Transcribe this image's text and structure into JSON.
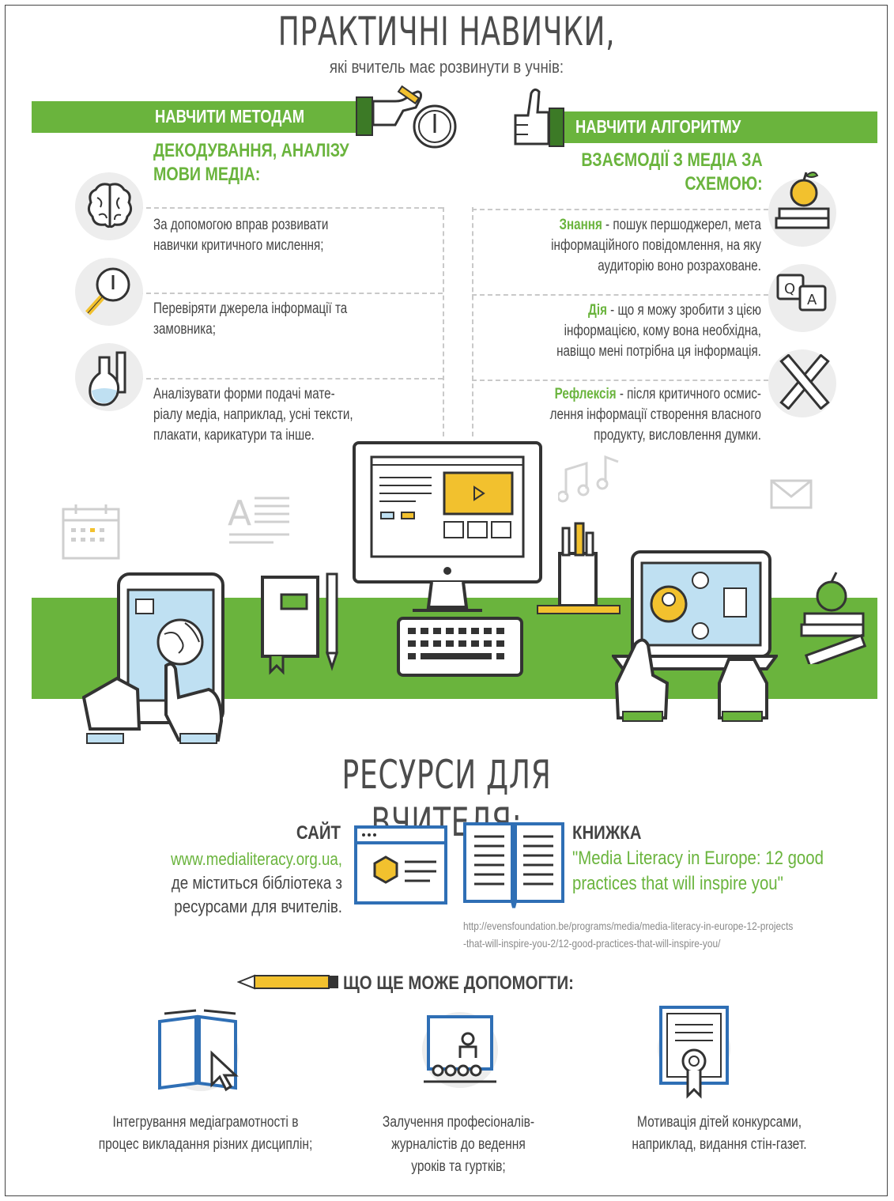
{
  "header": {
    "title": "ПРАКТИЧНІ НАВИЧКИ,",
    "subtitle": "які вчитель має розвинути в учнів:"
  },
  "left": {
    "bar_label": "НАВЧИТИ МЕТОДАМ",
    "subhead_line1": "ДЕКОДУВАННЯ, АНАЛІЗУ",
    "subhead_line2": "МОВИ МЕДІА:",
    "items": [
      {
        "icon": "brain-icon",
        "line1": "За допомогою вправ розвивати",
        "line2": "навички критичного мислення;",
        "line3": ""
      },
      {
        "icon": "magnifier-icon",
        "line1": "Перевіряти джерела інформації та",
        "line2": "замовника;",
        "line3": ""
      },
      {
        "icon": "flask-icon",
        "line1": "Аналізувати форми подачі мате-",
        "line2": "ріалу медіа, наприклад, усні тексти,",
        "line3": "плакати, карикатури та інше."
      }
    ]
  },
  "right": {
    "bar_label": "НАВЧИТИ АЛГОРИТМУ",
    "subhead_line1": "ВЗАЄМОДІЇ З МЕДІА ЗА",
    "subhead_line2": "СХЕМОЮ:",
    "items": [
      {
        "icon": "apple-books-icon",
        "keyword": "Знання",
        "line1": " - пошук першоджерел, мета",
        "line2": "інформаційного повідомлення, на яку",
        "line3": "аудиторію воно розраховане."
      },
      {
        "icon": "qa-chat-icon",
        "keyword": "Дія",
        "line1": " - що я можу зробити з цією",
        "line2": "інформацією, кому вона необхідна,",
        "line3": "навіщо мені потрібна ця інформація."
      },
      {
        "icon": "pencil-ruler-icon",
        "keyword": "Рефлексія",
        "line1": " - після критичного осмис-",
        "line2": "лення інформації створення власного",
        "line3": "продукту, висловлення думки."
      }
    ]
  },
  "resources": {
    "title": "РЕСУРСИ ДЛЯ ВЧИТЕЛЯ:",
    "site": {
      "heading": "САЙТ",
      "url": "www.medialiteracy.org.ua,",
      "line1": "де міститься бібліотека з",
      "line2": "ресурсами для вчителів."
    },
    "book": {
      "heading": "КНИЖКА",
      "title_line1": "\"Media Literacy in Europe: 12 good",
      "title_line2": "practices that will inspire you\"",
      "link_line1": "http://evensfoundation.be/programs/media/media-literacy-in-europe-12-projects",
      "link_line2": "-that-will-inspire-you-2/12-good-practices-that-will-inspire-you/"
    }
  },
  "help": {
    "title": "ЩО ЩЕ МОЖЕ ДОПОМОГТИ:",
    "items": [
      {
        "icon": "book-cursor-icon",
        "line1": "Інтегрування медіаграмотності в",
        "line2": "процес викладання різних дисциплін;",
        "line3": ""
      },
      {
        "icon": "presentation-icon",
        "line1": "Залучення професіоналів-",
        "line2": "журналістів до ведення",
        "line3": "уроків та гуртків;"
      },
      {
        "icon": "certificate-icon",
        "line1": "Мотивація дітей конкурсами,",
        "line2": "наприклад, видання стін-газет.",
        "line3": ""
      }
    ]
  },
  "colors": {
    "green": "#6ab43d",
    "dark": "#444444",
    "blue": "#2f6fb5",
    "yellow": "#f2c12e",
    "light_blue": "#bfe0f2"
  }
}
